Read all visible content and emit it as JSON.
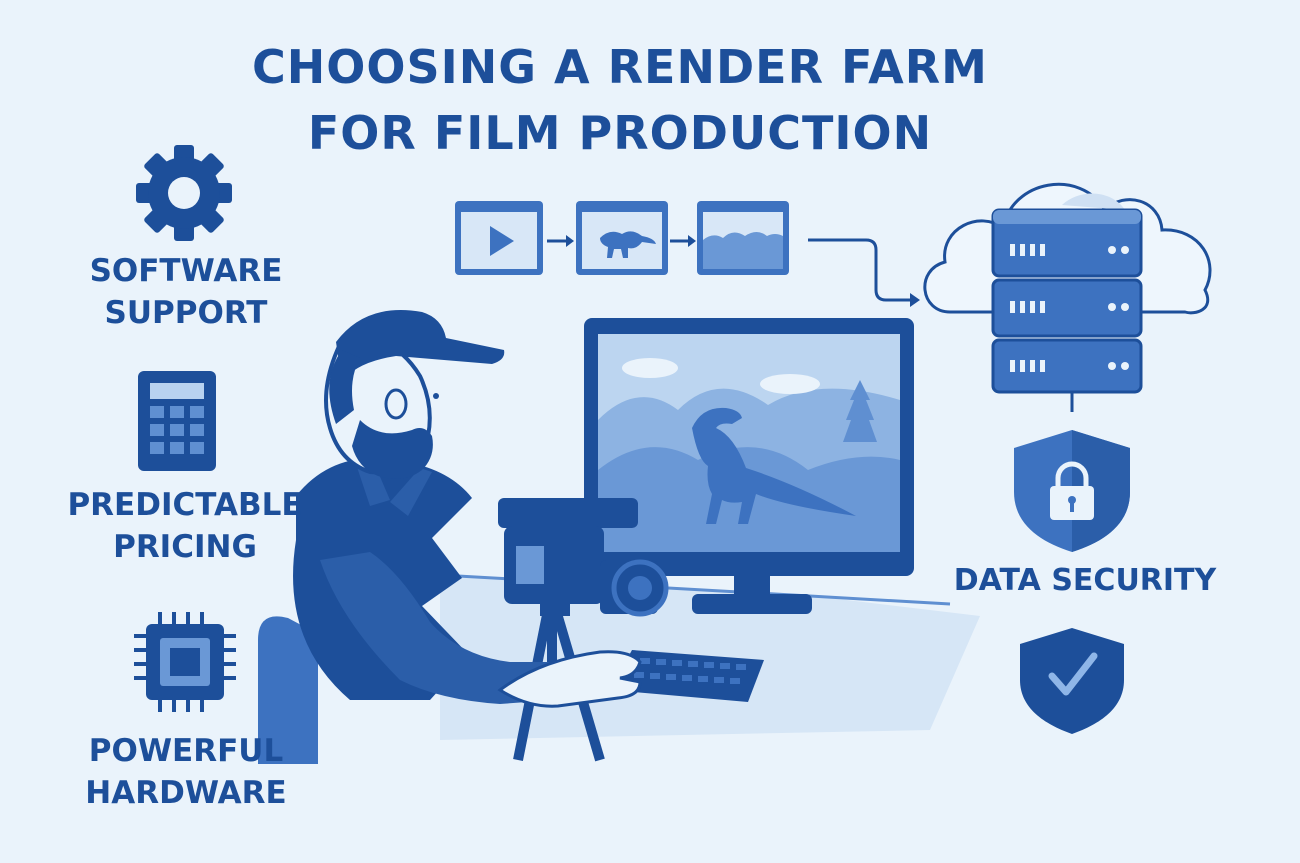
{
  "title": {
    "line1": "CHOOSING A RENDER FARM",
    "line2": "FOR FILM PRODUCTION"
  },
  "factors": [
    {
      "icon": "gear-icon",
      "line1": "SOFTWARE",
      "line2": "SUPPORT"
    },
    {
      "icon": "calculator-icon",
      "line1": "PREDICTABLE",
      "line2": "PRICING"
    },
    {
      "icon": "chip-icon",
      "line1": "POWERFUL",
      "line2": "HARDWARE"
    }
  ],
  "security": {
    "icon": "shield-lock-icon",
    "label": "DATA SECURITY",
    "check_icon": "shield-check-icon"
  },
  "pipeline": [
    "video-frame-icon",
    "dinosaur-frame-icon",
    "landscape-frame-icon",
    "cloud-server-icon"
  ],
  "colors": {
    "primary": "#1d4f9a",
    "mid": "#3d72c0",
    "light": "#b8d2f0",
    "background": "#eaf3fb"
  }
}
